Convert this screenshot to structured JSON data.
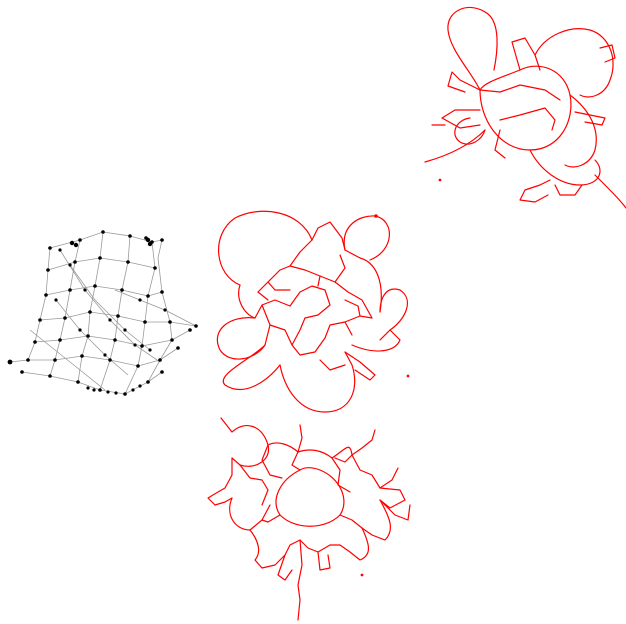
{
  "figure": {
    "panels": [
      {
        "kind": "node-link-graph",
        "color": "#000000",
        "edge_color": "#9a9a9a"
      },
      {
        "kind": "red-curve-graph",
        "color": "#ff0000"
      },
      {
        "kind": "red-curve-graph",
        "color": "#ff0000"
      },
      {
        "kind": "red-curve-graph",
        "color": "#ff0000"
      }
    ]
  }
}
